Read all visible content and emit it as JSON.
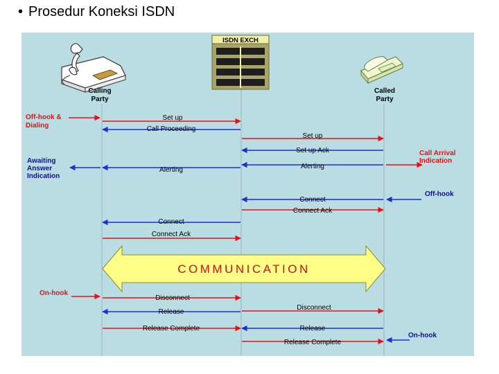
{
  "slide": {
    "bullet": "•",
    "title": "Prosedur Koneksi ISDN"
  },
  "exchange": {
    "label": "ISDN EXCH"
  },
  "calling_party": {
    "label_line1": "Calling",
    "label_line2": "Party"
  },
  "called_party": {
    "label_line1": "Called",
    "label_line2": "Party"
  },
  "left_notes": {
    "offhook_line1": "Off-hook &",
    "offhook_line2": "Dialing",
    "awaiting_line1": "Awaiting",
    "awaiting_line2": "Answer",
    "awaiting_line3": "Indication",
    "onhook": "On-hook"
  },
  "right_notes": {
    "call_arrival_line1": "Call Arrival",
    "call_arrival_line2": "Indication",
    "offhook": "Off-hook",
    "onhook": "On-hook"
  },
  "messages": {
    "setup_left": "Set up",
    "call_proceeding": "Call Proceeding",
    "setup_right": "Set up",
    "setup_ack": "Set up Ack",
    "alerting_left": "Alerting",
    "alerting_right": "Alerting",
    "connect_right": "Connect",
    "connect_ack_right": "Connect Ack",
    "connect_left": "Connect",
    "connect_ack_left": "Connect Ack",
    "disconnect_left": "Disconnect",
    "release_left": "Release",
    "release_complete_left": "Release Complete",
    "disconnect_right": "Disconnect",
    "release_right": "Release",
    "release_complete_right": "Release Complete"
  },
  "communication": {
    "label": "COMMUNICATION"
  },
  "colors": {
    "panel_bg": "#b9dde3",
    "request_arrow": "#e81010",
    "response_arrow": "#1a2fd6",
    "band_fill": "#ffff88",
    "note_red": "#e81010",
    "note_blue": "#10108a"
  }
}
